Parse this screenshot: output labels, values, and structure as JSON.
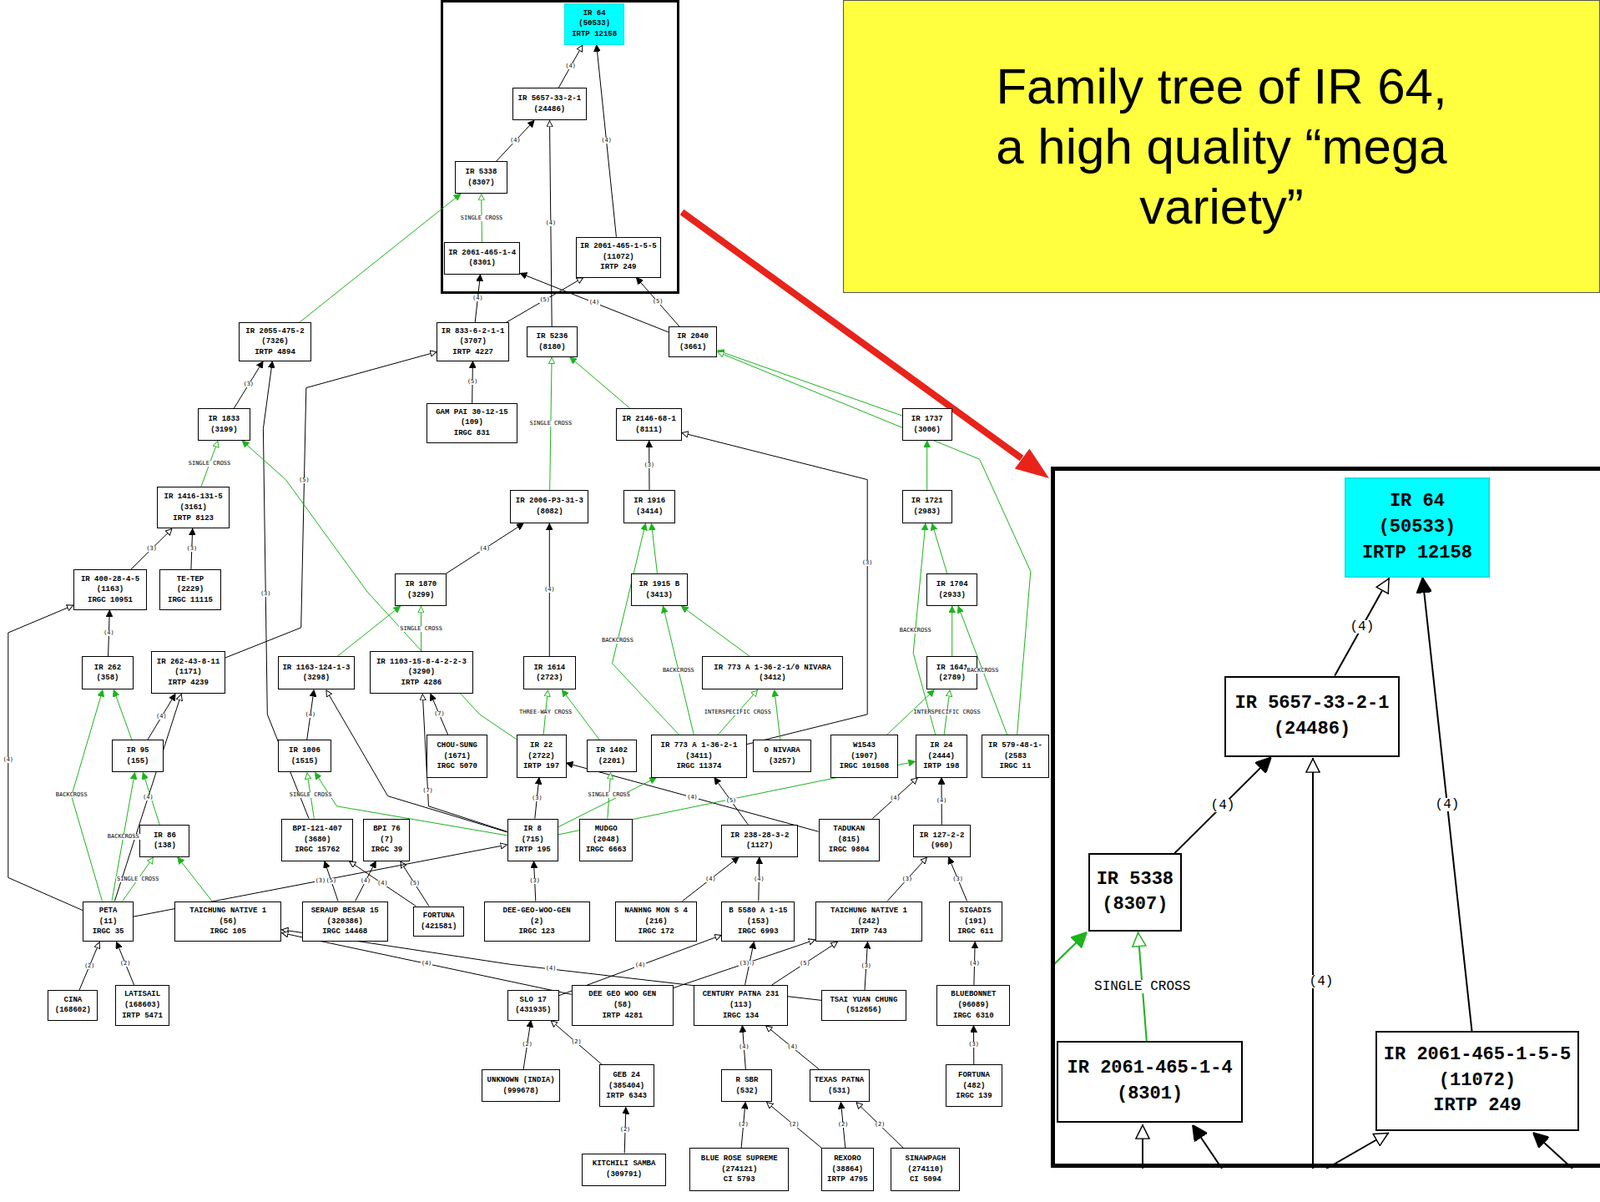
{
  "diagram": {
    "title": "Family tree of IR 64, a high quality “mega variety”",
    "nodes": [
      {
        "text": [
          "IR 64",
          "(50533)",
          "IRTP 12158"
        ]
      },
      {
        "text": [
          "IR 5657-33-2-1",
          "(24486)"
        ]
      },
      {
        "text": [
          "IR 5338",
          "(8307)"
        ]
      },
      {
        "text": [
          "IR 2061-465-1-4",
          "(8301)"
        ]
      },
      {
        "text": [
          "IR 2061-465-1-5-5",
          "(11072)",
          "IRTP 249"
        ]
      },
      {
        "text": [
          "IR 2055-475-2",
          "(7326)",
          "IRTP 4894"
        ]
      },
      {
        "text": [
          "IR 833-6-2-1-1",
          "(3707)",
          "IRTP 4227"
        ]
      },
      {
        "text": [
          "IR 5236",
          "(8180)"
        ]
      },
      {
        "text": [
          "IR 2040",
          "(3661)"
        ]
      },
      {
        "text": [
          "GAM PAI 30-12-15",
          "(109)",
          "IRGC 831"
        ]
      },
      {
        "text": [
          "IR 1833",
          "(3199)"
        ]
      },
      {
        "text": [
          "IR 2146-68-1",
          "(8111)"
        ]
      },
      {
        "text": [
          "IR 1737",
          "(3006)"
        ]
      },
      {
        "text": [
          "IR 1416-131-5",
          "(3161)",
          "IRTP 8123"
        ]
      },
      {
        "text": [
          "IR 2006-P3-31-3",
          "(8082)"
        ]
      },
      {
        "text": [
          "IR 1916",
          "(3414)"
        ]
      },
      {
        "text": [
          "IR 1721",
          "(2983)"
        ]
      },
      {
        "text": [
          "IR 400-28-4-5",
          "(1163)",
          "IRGC 10951"
        ]
      },
      {
        "text": [
          "TE-TEP",
          "(2229)",
          "IRGC 11115"
        ]
      },
      {
        "text": [
          "IR 1870",
          "(3299)"
        ]
      },
      {
        "text": [
          "IR 1915 B",
          "(3413)"
        ]
      },
      {
        "text": [
          "IR 1704",
          "(2933)"
        ]
      },
      {
        "text": [
          "IR 262",
          "(358)"
        ]
      },
      {
        "text": [
          "IR 262-43-8-11",
          "(1171)",
          "IRTP 4239"
        ]
      },
      {
        "text": [
          "IR 1163-124-1-3",
          "(3298)"
        ]
      },
      {
        "text": [
          "IR 1103-15-8-4-2-2-3",
          "(3290)",
          "IRTP 4286"
        ]
      },
      {
        "text": [
          "IR 1614",
          "(2723)"
        ]
      },
      {
        "text": [
          "IR 773 A 1-36-2-1/0 NIVARA",
          "(3412)"
        ]
      },
      {
        "text": [
          "IR 1641",
          "(2789)"
        ]
      },
      {
        "text": [
          "IR 95",
          "(155)"
        ]
      },
      {
        "text": [
          "IR 1006",
          "(1515)"
        ]
      },
      {
        "text": [
          "CHOU-SUNG",
          "(1671)",
          "IRGC 5070"
        ]
      },
      {
        "text": [
          "IR 22",
          "(2722)",
          "IRTP 197"
        ]
      },
      {
        "text": [
          "IR 1402",
          "(2201)"
        ]
      },
      {
        "text": [
          "IR 773 A 1-36-2-1",
          "(3411)",
          "IRGC 11374"
        ]
      },
      {
        "text": [
          "O NIVARA",
          "(3257)"
        ]
      },
      {
        "text": [
          "W1543",
          "(1907)",
          "IRGC 101508"
        ]
      },
      {
        "text": [
          "IR 24",
          "(2444)",
          "IRTP 198"
        ]
      },
      {
        "text": [
          "IR 579-48-1-",
          "(2583",
          "IRGC 11"
        ]
      },
      {
        "text": [
          "IR 86",
          "(138)"
        ]
      },
      {
        "text": [
          "BPI-121-407",
          "(3680)",
          "IRGC 15762"
        ]
      },
      {
        "text": [
          "BPI 76",
          "(7)",
          "IRGC 39"
        ]
      },
      {
        "text": [
          "IR 8",
          "(715)",
          "IRTP 195"
        ]
      },
      {
        "text": [
          "MUDGO",
          "(2048)",
          "IRGC 6663"
        ]
      },
      {
        "text": [
          "IR 238-28-3-2",
          "(1127)"
        ]
      },
      {
        "text": [
          "TADUKAN",
          "(815)",
          "IRGC 9804"
        ]
      },
      {
        "text": [
          "IR 127-2-2",
          "(960)"
        ]
      },
      {
        "text": [
          "PETA",
          "(11)",
          "IRGC 35"
        ]
      },
      {
        "text": [
          "TAICHUNG NATIVE 1",
          "(56)",
          "IRGC 105"
        ]
      },
      {
        "text": [
          "SERAUP BESAR 15",
          "(320386)",
          "IRGC 14468"
        ]
      },
      {
        "text": [
          "FORTUNA",
          "(421581)"
        ]
      },
      {
        "text": [
          "DEE-GEO-WOO-GEN",
          "(2)",
          "IRGC 123"
        ]
      },
      {
        "text": [
          "NANHNG MON S 4",
          "(216)",
          "IRGC 172"
        ]
      },
      {
        "text": [
          "B 5580 A 1-15",
          "(153)",
          "IRGC 6993"
        ]
      },
      {
        "text": [
          "TAICHUNG NATIVE 1",
          "(242)",
          "IRTP 743"
        ]
      },
      {
        "text": [
          "SIGADIS",
          "(191)",
          "IRGC 611"
        ]
      },
      {
        "text": [
          "CINA",
          "(168602)"
        ]
      },
      {
        "text": [
          "LATISAIL",
          "(168603)",
          "IRTP 5471"
        ]
      },
      {
        "text": [
          "SLO 17",
          "(431935)"
        ]
      },
      {
        "text": [
          "DEE GEO WOO GEN",
          "(58)",
          "IRTP 4281"
        ]
      },
      {
        "text": [
          "CENTURY PATNA 231",
          "(113)",
          "IRGC 134"
        ]
      },
      {
        "text": [
          "TSAI YUAN CHUNG",
          "(512656)"
        ]
      },
      {
        "text": [
          "BLUEBONNET",
          "(96089)",
          "IRGC 6310"
        ]
      },
      {
        "text": [
          "UNKNOWN (INDIA)",
          "(999678)"
        ]
      },
      {
        "text": [
          "GEB 24",
          "(385404)",
          "IRTP 6343"
        ]
      },
      {
        "text": [
          "R SBR",
          "(532)"
        ]
      },
      {
        "text": [
          "TEXAS PATNA",
          "(531)"
        ]
      },
      {
        "text": [
          "FORTUNA",
          "(482)",
          "IRGC 139"
        ]
      },
      {
        "text": [
          "KITCHILI SAMBA",
          "(309791)"
        ]
      },
      {
        "text": [
          "BLUE ROSE SUPREME",
          "(274121)",
          "CI 5793"
        ]
      },
      {
        "text": [
          "REXORO",
          "(38864)",
          "IRTP 4795"
        ]
      },
      {
        "text": [
          "SINAWPAGH",
          "(274110)",
          "CI 5094"
        ]
      },
      {
        "text": [
          "IR 64",
          "(50533)",
          "IRTP 12158"
        ]
      },
      {
        "text": [
          "IR 5657-33-2-1",
          "(24486)"
        ]
      },
      {
        "text": [
          "IR 5338",
          "(8307)"
        ]
      },
      {
        "text": [
          "IR 2061-465-1-4",
          "(8301)"
        ]
      },
      {
        "text": [
          "IR 2061-465-1-5-5",
          "(11072)",
          "IRTP 249"
        ]
      }
    ],
    "edges": [
      {
        "from": 1,
        "to": 0,
        "arrow": "to",
        "label": "(4)"
      },
      {
        "from": 4,
        "to": 0,
        "arrow": "to",
        "label": "(4)"
      },
      {
        "from": 2,
        "to": 1,
        "arrow": "to",
        "label": "(4)"
      },
      {
        "from": 7,
        "to": 1,
        "arrow": "to",
        "label": "(4)"
      },
      {
        "from": 3,
        "to": 2,
        "arrow": "to",
        "label": "SINGLE CROSS"
      },
      {
        "from": 5,
        "to": 2,
        "arrow": "to"
      },
      {
        "from": 6,
        "to": 3,
        "arrow": "to",
        "label": "(4)"
      },
      {
        "from": 8,
        "to": 3,
        "arrow": "to",
        "label": "(4)"
      },
      {
        "from": 6,
        "to": 4,
        "arrow": "to",
        "label": "(5)"
      },
      {
        "from": 8,
        "to": 4,
        "arrow": "to",
        "label": "(5)"
      },
      {
        "from": 9,
        "to": 6,
        "arrow": "to",
        "label": "(5)"
      },
      {
        "from": 23,
        "to": 6,
        "arrow": "to",
        "label": "(5)"
      },
      {
        "from": 14,
        "to": 7,
        "arrow": "to",
        "label": "SINGLE CROSS"
      },
      {
        "from": 11,
        "to": 7,
        "arrow": "to"
      },
      {
        "from": 12,
        "to": 8,
        "arrow": "to"
      },
      {
        "from": 38,
        "to": 8,
        "arrow": "to"
      },
      {
        "from": 10,
        "to": 5,
        "arrow": "to",
        "label": "(3)"
      },
      {
        "from": 40,
        "to": 5,
        "arrow": "to",
        "label": "(3)"
      },
      {
        "from": 13,
        "to": 10,
        "arrow": "to",
        "label": "SINGLE CROSS"
      },
      {
        "from": 32,
        "to": 10,
        "arrow": "to"
      },
      {
        "from": 17,
        "to": 13,
        "arrow": "to",
        "label": "(3)"
      },
      {
        "from": 18,
        "to": 13,
        "arrow": "to",
        "label": "(3)"
      },
      {
        "from": 15,
        "to": 11,
        "arrow": "to",
        "label": "(3)"
      },
      {
        "from": 34,
        "to": 11,
        "arrow": "to",
        "label": "(3)"
      },
      {
        "from": 16,
        "to": 12,
        "arrow": "to"
      },
      {
        "from": 19,
        "to": 14,
        "arrow": "to",
        "label": "(4)"
      },
      {
        "from": 26,
        "to": 14,
        "arrow": "to",
        "label": "(4)"
      },
      {
        "from": 20,
        "to": 15,
        "arrow": "to"
      },
      {
        "from": 34,
        "to": 15,
        "arrow": "to",
        "label": "BACKCROSS"
      },
      {
        "from": 21,
        "to": 16,
        "arrow": "to"
      },
      {
        "from": 37,
        "to": 16,
        "arrow": "to",
        "label": "BACKCROSS"
      },
      {
        "from": 22,
        "to": 17,
        "arrow": "to",
        "label": "(4)"
      },
      {
        "from": 47,
        "to": 17,
        "arrow": "to",
        "label": "(4)"
      },
      {
        "from": 24,
        "to": 19,
        "arrow": "to"
      },
      {
        "from": 25,
        "to": 19,
        "arrow": "to",
        "label": "SINGLE CROSS"
      },
      {
        "from": 27,
        "to": 20,
        "arrow": "to"
      },
      {
        "from": 34,
        "to": 20,
        "arrow": "to",
        "label": "BACKCROSS"
      },
      {
        "from": 28,
        "to": 21,
        "arrow": "to"
      },
      {
        "from": 38,
        "to": 21,
        "arrow": "to",
        "label": "BACKCROSS"
      },
      {
        "from": 29,
        "to": 22,
        "arrow": "to"
      },
      {
        "from": 47,
        "to": 22,
        "arrow": "to",
        "label": "BACKCROSS"
      },
      {
        "from": 29,
        "to": 23,
        "arrow": "to",
        "label": "(4)"
      },
      {
        "from": 47,
        "to": 23,
        "arrow": "to",
        "label": "(4)"
      },
      {
        "from": 30,
        "to": 24,
        "arrow": "to",
        "label": "(4)"
      },
      {
        "from": 42,
        "to": 24,
        "arrow": "to"
      },
      {
        "from": 31,
        "to": 25,
        "arrow": "to",
        "label": "(7)"
      },
      {
        "from": 42,
        "to": 25,
        "arrow": "to",
        "label": "(7)"
      },
      {
        "from": 32,
        "to": 26,
        "arrow": "to",
        "label": "THREE-WAY CROSS"
      },
      {
        "from": 33,
        "to": 26,
        "arrow": "to"
      },
      {
        "from": 34,
        "to": 27,
        "arrow": "to",
        "label": "INTERSPECIFIC CROSS"
      },
      {
        "from": 35,
        "to": 27,
        "arrow": "to"
      },
      {
        "from": 36,
        "to": 28,
        "arrow": "to"
      },
      {
        "from": 37,
        "to": 28,
        "arrow": "to",
        "label": "INTERSPECIFIC CROSS"
      },
      {
        "from": 39,
        "to": 29,
        "arrow": "to"
      },
      {
        "from": 47,
        "to": 29,
        "arrow": "to",
        "label": "BACKCROSS"
      },
      {
        "from": 40,
        "to": 30,
        "arrow": "to",
        "label": "SINGLE CROSS"
      },
      {
        "from": 42,
        "to": 30,
        "arrow": "to"
      },
      {
        "from": 42,
        "to": 32,
        "arrow": "to",
        "label": "(3)"
      },
      {
        "from": 45,
        "to": 32,
        "arrow": "to",
        "label": "(4)"
      },
      {
        "from": 43,
        "to": 33,
        "arrow": "to",
        "label": "SINGLE CROSS"
      },
      {
        "from": 42,
        "to": 34,
        "arrow": "to"
      },
      {
        "from": 44,
        "to": 34,
        "arrow": "to",
        "label": "(5)"
      },
      {
        "from": 46,
        "to": 37,
        "arrow": "to",
        "label": "(4)"
      },
      {
        "from": 45,
        "to": 37,
        "arrow": "to",
        "label": "(4)"
      },
      {
        "from": 42,
        "to": 37,
        "arrow": "to"
      },
      {
        "from": 47,
        "to": 39,
        "arrow": "to",
        "label": "SINGLE CROSS"
      },
      {
        "from": 48,
        "to": 39,
        "arrow": "to"
      },
      {
        "from": 49,
        "to": 40,
        "arrow": "to",
        "label": "(5)"
      },
      {
        "from": 50,
        "to": 40,
        "arrow": "to",
        "label": "(4)"
      },
      {
        "from": 49,
        "to": 41,
        "arrow": "to",
        "label": "(4)"
      },
      {
        "from": 50,
        "to": 41,
        "arrow": "to",
        "label": "(5)"
      },
      {
        "from": 47,
        "to": 42,
        "arrow": "to",
        "label": "(3)"
      },
      {
        "from": 51,
        "to": 42,
        "arrow": "to",
        "label": "(3)"
      },
      {
        "from": 52,
        "to": 44,
        "arrow": "to",
        "label": "(4)"
      },
      {
        "from": 53,
        "to": 44,
        "arrow": "to",
        "label": "(4)"
      },
      {
        "from": 54,
        "to": 46,
        "arrow": "to",
        "label": "(3)"
      },
      {
        "from": 55,
        "to": 46,
        "arrow": "to",
        "label": "(3)"
      },
      {
        "from": 56,
        "to": 47,
        "arrow": "to",
        "label": "(2)"
      },
      {
        "from": 57,
        "to": 47,
        "arrow": "to",
        "label": "(2)"
      },
      {
        "from": 58,
        "to": 53,
        "arrow": "to",
        "label": "(4)"
      },
      {
        "from": 60,
        "to": 53,
        "arrow": "to",
        "label": "(3)"
      },
      {
        "from": 61,
        "to": 54,
        "arrow": "to",
        "label": "(3)"
      },
      {
        "from": 61,
        "to": 48,
        "arrow": "to",
        "label": "(4)"
      },
      {
        "from": 59,
        "to": 48,
        "arrow": "to",
        "label": "(4)"
      },
      {
        "from": 59,
        "to": 54,
        "arrow": "to",
        "label": "(3)"
      },
      {
        "from": 60,
        "to": 54,
        "arrow": "to",
        "label": "(5)"
      },
      {
        "from": 62,
        "to": 55,
        "arrow": "to",
        "label": "(4)"
      },
      {
        "from": 64,
        "to": 58,
        "arrow": "to",
        "label": "(2)"
      },
      {
        "from": 63,
        "to": 58,
        "arrow": "to",
        "label": "(2)"
      },
      {
        "from": 65,
        "to": 60,
        "arrow": "to",
        "label": "(4)"
      },
      {
        "from": 66,
        "to": 60,
        "arrow": "to",
        "label": "(4)"
      },
      {
        "from": 67,
        "to": 62,
        "arrow": "to",
        "label": "(3)"
      },
      {
        "from": 68,
        "to": 64,
        "arrow": "to",
        "label": "(2)"
      },
      {
        "from": 69,
        "to": 65,
        "arrow": "to",
        "label": "(2)"
      },
      {
        "from": 70,
        "to": 65,
        "arrow": "to",
        "label": "(2)"
      },
      {
        "from": 70,
        "to": 66,
        "arrow": "to",
        "label": "(2)"
      },
      {
        "from": 71,
        "to": 66,
        "arrow": "to",
        "label": "(2)"
      },
      {
        "from": 73,
        "to": 72,
        "arrow": "to",
        "label": "(4)"
      },
      {
        "from": 76,
        "to": 72,
        "arrow": "to",
        "label": "(4)"
      },
      {
        "from": 74,
        "to": 73,
        "arrow": "to",
        "label": "(4)"
      },
      {
        "from": 75,
        "to": 74,
        "arrow": "to",
        "label": "SINGLE CROSS"
      }
    ],
    "labels": [
      "(4)"
    ]
  }
}
